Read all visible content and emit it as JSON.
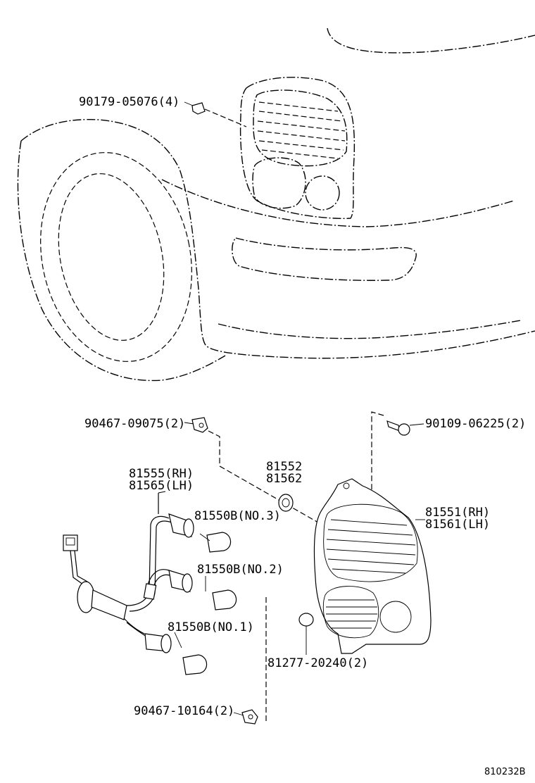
{
  "labels": {
    "p90179": "90179-05076(4)",
    "p90467a": "90467-09075(2)",
    "p90109": "90109-06225(2)",
    "p81555": "81555(RH)",
    "p81565": "81565(LH)",
    "p81552": "81552",
    "p81562": "81562",
    "p81550b3": "81550B(NO.3)",
    "p81550b2": "81550B(NO.2)",
    "p81550b1": "81550B(NO.1)",
    "p81551": "81551(RH)",
    "p81561": "81561(LH)",
    "p81277": "81277-20240(2)",
    "p90467b": "90467-10164(2)",
    "figure_code": "810232B"
  }
}
